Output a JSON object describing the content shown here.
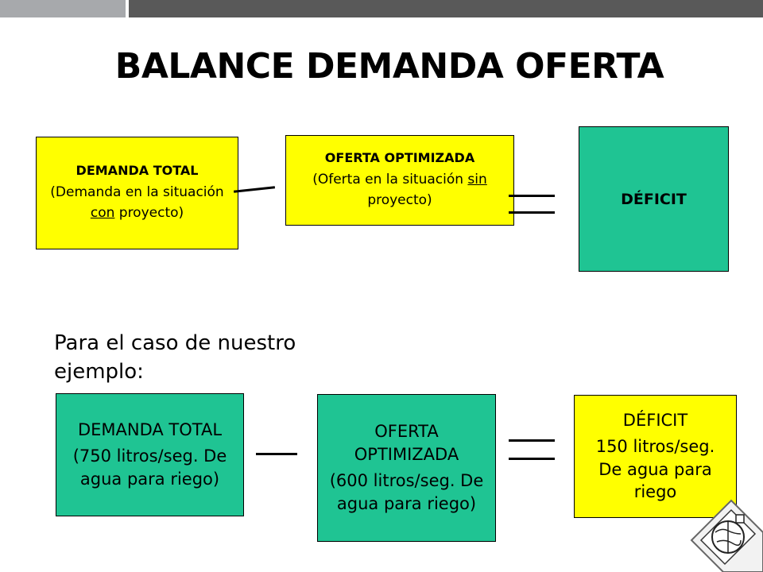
{
  "header": {
    "title": "BALANCE DEMANDA OFERTA"
  },
  "diagram_general": {
    "demanda": {
      "head": "DEMANDA TOTAL",
      "body_pre": "(Demanda en la situación ",
      "body_underlined": "con",
      "body_post": " proyecto)"
    },
    "oferta": {
      "head": "OFERTA OPTIMIZADA",
      "body_pre": "(Oferta en la situación ",
      "body_underlined": "sin",
      "body_post": " proyecto)"
    },
    "deficit": {
      "head": "DÉFICIT"
    }
  },
  "example": {
    "intro": "Para el caso de nuestro ejemplo:",
    "demanda": {
      "line1": "DEMANDA TOTAL",
      "line2": "(750 litros/seg. De agua para riego)"
    },
    "oferta": {
      "line1": "OFERTA OPTIMIZADA",
      "line2": "(600 litros/seg. De agua para riego)"
    },
    "deficit": {
      "line1": "DÉFICIT",
      "line2": "150 litros/seg. De agua para riego"
    }
  },
  "colors": {
    "yellow": "#ffff00",
    "teal": "#1fc493",
    "header_dark": "#595959",
    "header_light": "#a7a9ac"
  }
}
